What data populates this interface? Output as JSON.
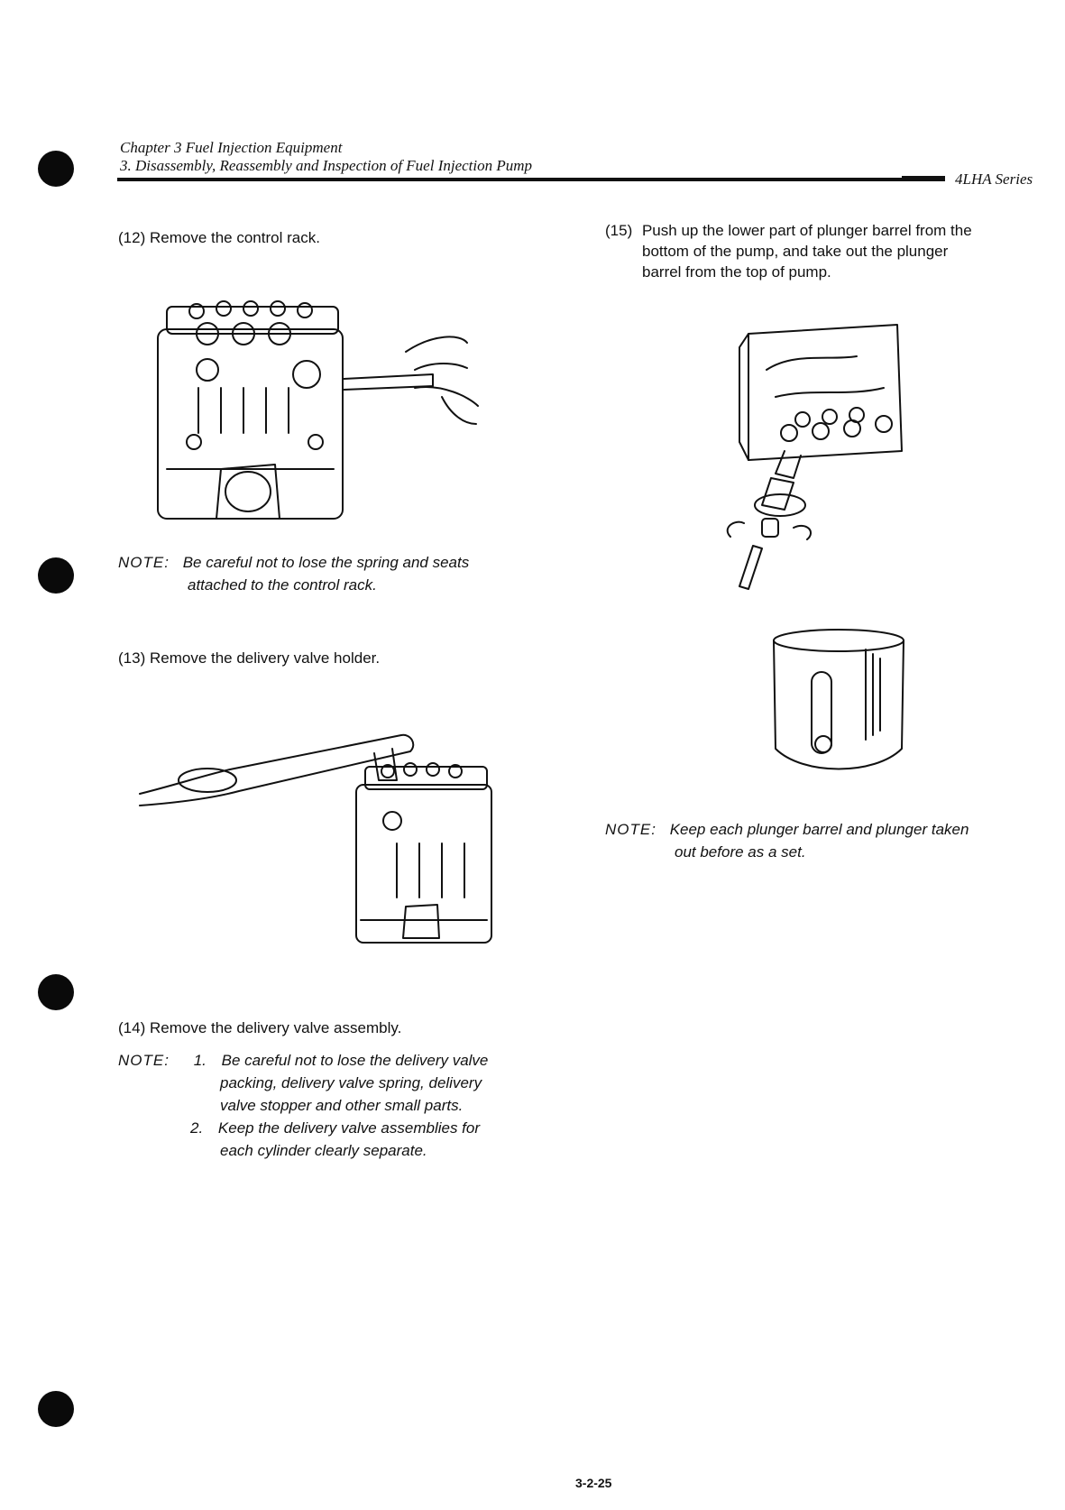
{
  "header": {
    "chapter": "Chapter 3 Fuel Injection Equipment",
    "section": "3. Disassembly, Reassembly and Inspection of Fuel Injection Pump",
    "series": "4LHA Series"
  },
  "steps": {
    "s12": {
      "num": "(12)",
      "text": "Remove the control rack."
    },
    "s13": {
      "num": "(13)",
      "text": "Remove the delivery valve holder."
    },
    "s14": {
      "num": "(14)",
      "text": "Remove the delivery valve assembly."
    },
    "s15": {
      "num": "(15)",
      "line1": "Push up the lower part of plunger barrel from the",
      "line2": "bottom of the pump, and take out the plunger",
      "line3": "barrel from the top of pump."
    }
  },
  "notes": {
    "label": "NOTE:",
    "n12": {
      "line1": "Be careful not to lose the spring and seats",
      "line2": "attached to the control rack."
    },
    "n14": {
      "item1_num": "1.",
      "item1_line1": "Be careful not to lose the delivery valve",
      "item1_line2": "packing, delivery valve spring, delivery",
      "item1_line3": "valve stopper and other small parts.",
      "item2_num": "2.",
      "item2_line1": "Keep the delivery valve assemblies for",
      "item2_line2": "each cylinder clearly separate."
    },
    "n15": {
      "line1": "Keep each plunger barrel and plunger taken",
      "line2": "out before as a set."
    }
  },
  "footer": {
    "page_number": "3-2-25"
  },
  "figures": {
    "fig12": "pump-control-rack-removal-illustration",
    "fig13": "delivery-valve-holder-wrench-illustration",
    "fig15a": "plunger-barrel-removal-illustration",
    "fig15b": "plunger-barrel-illustration"
  }
}
